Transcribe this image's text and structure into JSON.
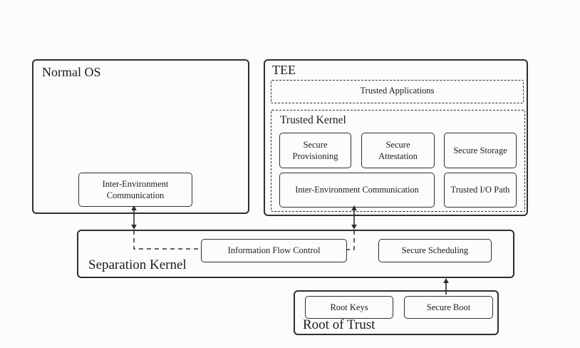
{
  "diagram": {
    "normal_os": {
      "title": "Normal OS",
      "iec_label": "Inter-Environment Communication"
    },
    "tee": {
      "title": "TEE",
      "trusted_applications_label": "Trusted Applications",
      "trusted_kernel": {
        "title": "Trusted Kernel",
        "secure_provisioning_label": "Secure Provisioning",
        "secure_attestation_label": "Secure Attestation",
        "secure_storage_label": "Secure Storage",
        "iec_label": "Inter-Environment Communication",
        "trusted_io_path_label": "Trusted I/O Path"
      }
    },
    "separation_kernel": {
      "title": "Separation Kernel",
      "information_flow_control_label": "Information Flow Control",
      "secure_scheduling_label": "Secure Scheduling"
    },
    "root_of_trust": {
      "title": "Root of Trust",
      "root_keys_label": "Root Keys",
      "secure_boot_label": "Secure Boot"
    },
    "colors": {
      "line": "#2f2f2f",
      "background": "#fcfcfc",
      "text": "#1c1c1c"
    }
  }
}
